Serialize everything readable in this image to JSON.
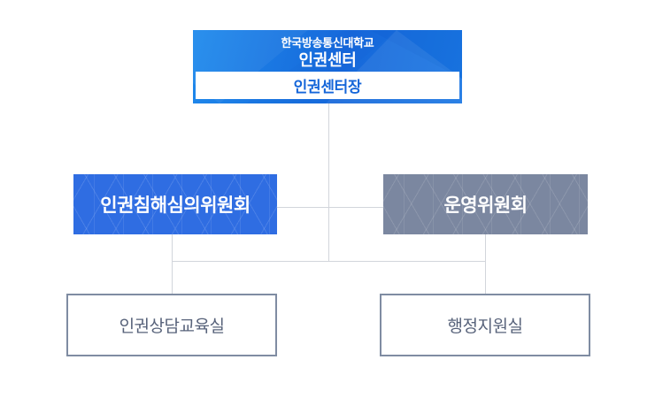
{
  "colors": {
    "line": "#d2d5db",
    "header_blue_start": "#1f8aec",
    "header_blue_end": "#1668da",
    "committee_blue": "#2f6de2",
    "committee_gray": "#7b87a0",
    "box_border": "#7f8ca2",
    "box_text": "#57627a",
    "director_text": "#1566d9"
  },
  "org_chart": {
    "root": {
      "university": "한국방송통신대학교",
      "center": "인권센터",
      "director": "인권센터장"
    },
    "committees": [
      {
        "label": "인권침해심의위원회",
        "style": "blue"
      },
      {
        "label": "운영위원회",
        "style": "gray"
      }
    ],
    "offices": [
      {
        "label": "인권상담교육실"
      },
      {
        "label": "행정지원실"
      }
    ]
  }
}
